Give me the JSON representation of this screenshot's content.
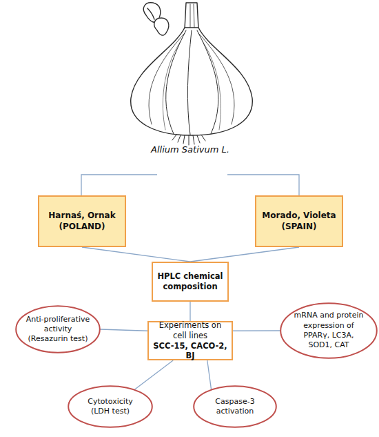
{
  "diagram": {
    "nodes": [
      {
        "text": [
          "Harnaś, Ornak",
          "(POLAND)"
        ]
      },
      {
        "text": [
          "Morado, Violeta",
          "(SPAIN)"
        ]
      },
      {
        "text": [
          "HPLC chemical composition"
        ]
      },
      {
        "text": [
          "Experiments on cell lines",
          "SCC-15, CACO-2, BJ"
        ]
      },
      {
        "text": [
          "Anti-proliferative activity (Resazurin test)"
        ]
      },
      {
        "text": [
          "mRNA and protein expression of PPARγ, LC3A, SOD1, CAT"
        ]
      },
      {
        "text": [
          "Cytotoxicity (LDH test)"
        ]
      },
      {
        "text": [
          "Caspase-3 activation"
        ]
      }
    ],
    "edges": [
      {
        "from": 0,
        "to": 2,
        "arrow": "none"
      },
      {
        "from": 1,
        "to": 2,
        "arrow": "none"
      },
      {
        "from": 2,
        "to": 3,
        "arrow": "none"
      },
      {
        "from": 3,
        "to": 4,
        "arrow": "none"
      },
      {
        "from": 3,
        "to": 5,
        "arrow": "none"
      },
      {
        "from": 3,
        "to": 6,
        "arrow": "none"
      },
      {
        "from": 3,
        "to": 7,
        "arrow": "none"
      }
    ],
    "labels": [
      "Allium Sativum L."
    ]
  }
}
